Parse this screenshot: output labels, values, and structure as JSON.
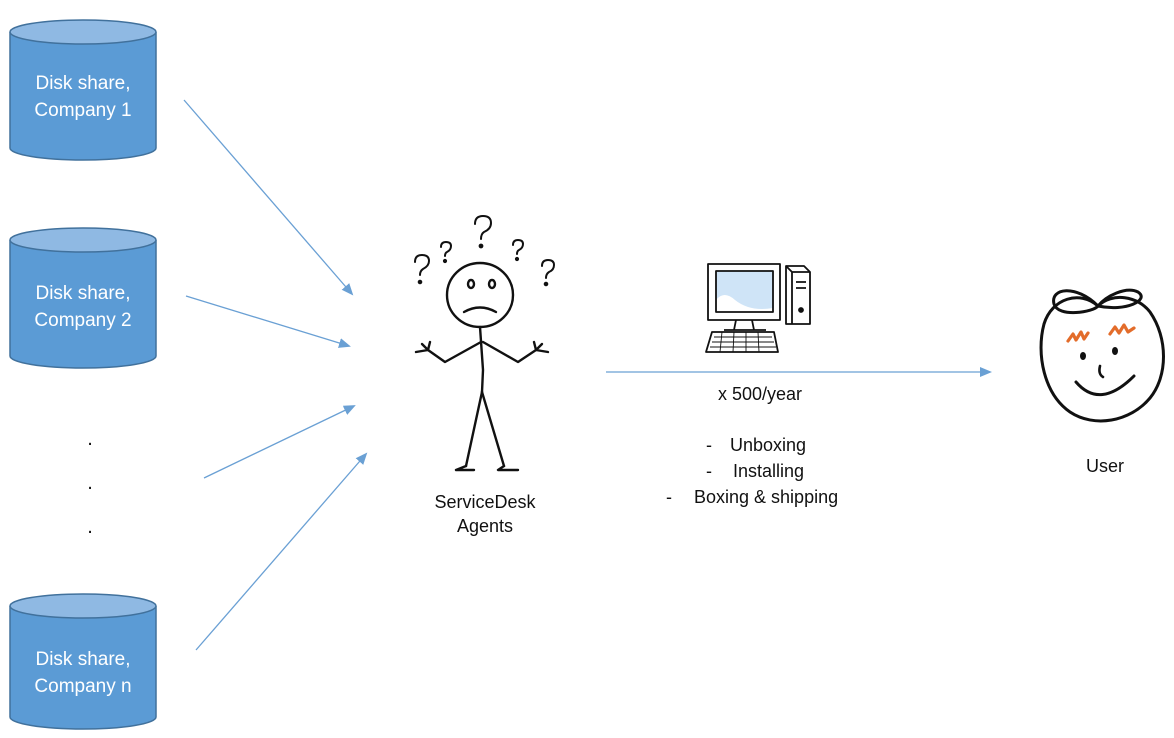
{
  "sources": [
    {
      "line1": "Disk share,",
      "line2": "Company 1"
    },
    {
      "line1": "Disk share,",
      "line2": "Company 2"
    },
    {
      "line1": "Disk share,",
      "line2": "Company n"
    }
  ],
  "ellipsis": [
    ".",
    ".",
    "."
  ],
  "agents": {
    "line1": "ServiceDesk",
    "line2": "Agents"
  },
  "rate": "x 500/year",
  "tasks": [
    {
      "dash": "-",
      "label": "Unboxing"
    },
    {
      "dash": "-",
      "label": "Installing"
    },
    {
      "dash": "-",
      "label": "Boxing & shipping"
    }
  ],
  "user": {
    "label": "User"
  },
  "colors": {
    "cylinder_fill": "#5b9bd5",
    "cylinder_stroke": "#41719c",
    "cylinder_top": "#8fb9e3",
    "arrow": "#6aa0d4",
    "hair": "#e36c2a",
    "screen": "#cfe4f7"
  },
  "icons": [
    "question-mark-icon",
    "stick-figure-icon",
    "computer-icon",
    "user-face-icon"
  ]
}
